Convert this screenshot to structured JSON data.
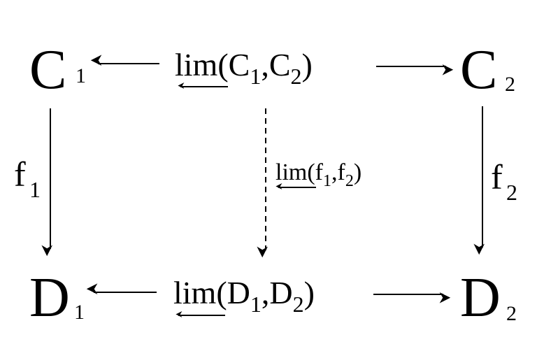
{
  "nodes": {
    "c1": {
      "main": "C",
      "sub": "1"
    },
    "c2": {
      "main": "C",
      "sub": "2"
    },
    "d1": {
      "main": "D",
      "sub": "1"
    },
    "d2": {
      "main": "D",
      "sub": "2"
    },
    "lim_c": {
      "op": "lim",
      "open": "(C",
      "sub1": "1",
      "mid": ",C",
      "sub2": "2",
      "close": ")"
    },
    "lim_d": {
      "op": "lim",
      "open": "(D",
      "sub1": "1",
      "mid": ",D",
      "sub2": "2",
      "close": ")"
    }
  },
  "arrows": {
    "f1": {
      "main": "f",
      "sub": "1"
    },
    "f2": {
      "main": "f",
      "sub": "2"
    },
    "lim_f": {
      "op": "lim",
      "open": "(f",
      "sub1": "1",
      "mid": ",f",
      "sub2": "2",
      "close": ")"
    }
  },
  "colors": {
    "ink": "#000000",
    "background": "#ffffff"
  }
}
